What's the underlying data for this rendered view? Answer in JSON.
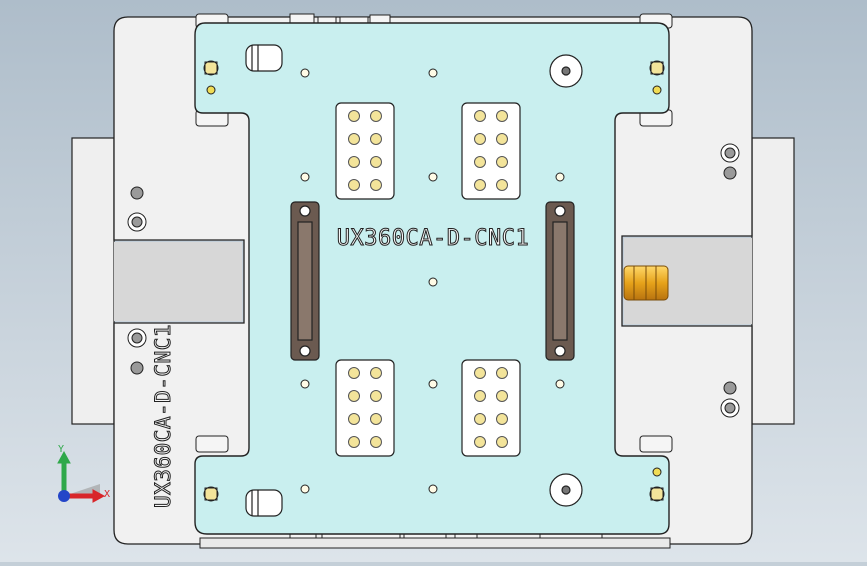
{
  "background": {
    "top": "#aebdca",
    "bottom": "#dde4ea"
  },
  "colors": {
    "base_plate": "#f1f1f1",
    "top_plate": "#c9efef",
    "outline": "#222222",
    "shade": "#b8b8b8",
    "pin_pad": "#ffffff",
    "pin": "#f3e49a",
    "clamp": "#6b5a50",
    "connector": "#e6a21a"
  },
  "labels": {
    "part_number": "UX360CA-D-CNC1",
    "side_part_number": "UX360CA-D-CNC1"
  },
  "triad": {
    "x_label": "X",
    "y_label": "Y",
    "x_color": "#d8262a",
    "y_color": "#2fa84a",
    "z_color": "#2345c8"
  },
  "icons": [
    "coordinate-triad-icon"
  ],
  "pin_blocks": {
    "count": 4,
    "rows": 4,
    "cols": 2
  }
}
